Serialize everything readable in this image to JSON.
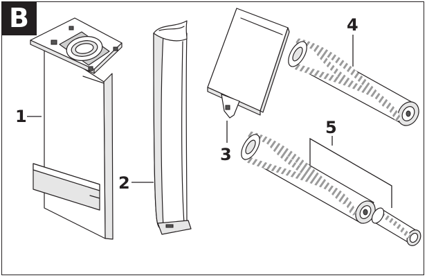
{
  "panel_letter": "B",
  "labels": {
    "part1": "1",
    "part2": "2",
    "part3": "3",
    "part4": "4",
    "part5": "5"
  },
  "colors": {
    "ink": "#231f20",
    "badge_background": "#231f20",
    "badge_text": "#ffffff",
    "shading": "#e6e6e6"
  },
  "icons": [
    "dust-bag-icon",
    "tubular-filter-bag-icon",
    "flat-filter-icon",
    "brush-roll-icon",
    "brush-roll-pair-icon"
  ]
}
